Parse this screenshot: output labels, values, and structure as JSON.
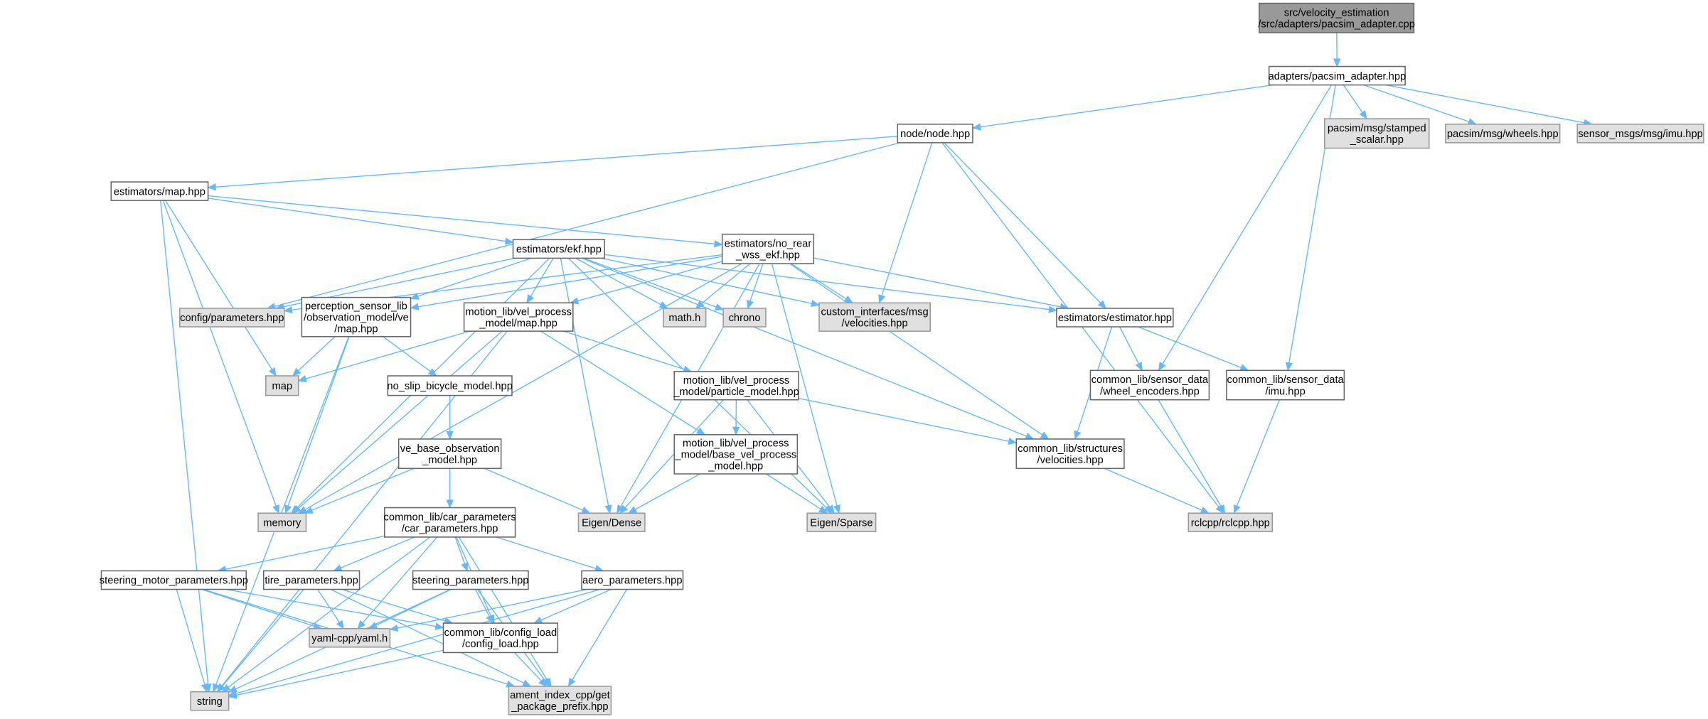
{
  "colors": {
    "edge": "#63b8ff",
    "root_fill": "#999999",
    "system_fill": "#e0e0e0",
    "local_fill": "#ffffff"
  },
  "nodes": {
    "root": {
      "lines": [
        "src/velocity_estimation",
        "/src/adapters/pacsim_adapter.cpp"
      ],
      "kind": "root"
    },
    "adapter": {
      "lines": [
        "adapters/pacsim_adapter.hpp"
      ],
      "kind": "local"
    },
    "node": {
      "lines": [
        "node/node.hpp"
      ],
      "kind": "local"
    },
    "stamped": {
      "lines": [
        "pacsim/msg/stamped",
        "_scalar.hpp"
      ],
      "kind": "system"
    },
    "wheels": {
      "lines": [
        "pacsim/msg/wheels.hpp"
      ],
      "kind": "system"
    },
    "imumsg": {
      "lines": [
        "sensor_msgs/msg/imu.hpp"
      ],
      "kind": "system"
    },
    "estmap": {
      "lines": [
        "estimators/map.hpp"
      ],
      "kind": "local"
    },
    "ekf": {
      "lines": [
        "estimators/ekf.hpp"
      ],
      "kind": "local"
    },
    "norear": {
      "lines": [
        "estimators/no_rear",
        "_wss_ekf.hpp"
      ],
      "kind": "local"
    },
    "estimator": {
      "lines": [
        "estimators/estimator.hpp"
      ],
      "kind": "local"
    },
    "config": {
      "lines": [
        "config/parameters.hpp"
      ],
      "kind": "system"
    },
    "percep": {
      "lines": [
        "perception_sensor_lib",
        "/observation_model/ve",
        "/map.hpp"
      ],
      "kind": "local"
    },
    "motmap": {
      "lines": [
        "motion_lib/vel_process",
        "_model/map.hpp"
      ],
      "kind": "local"
    },
    "math": {
      "lines": [
        "math.h"
      ],
      "kind": "system"
    },
    "chrono": {
      "lines": [
        "chrono"
      ],
      "kind": "system"
    },
    "custom": {
      "lines": [
        "custom_interfaces/msg",
        "/velocities.hpp"
      ],
      "kind": "system"
    },
    "map": {
      "lines": [
        "map"
      ],
      "kind": "system"
    },
    "noslip": {
      "lines": [
        "no_slip_bicycle_model.hpp"
      ],
      "kind": "local"
    },
    "vebase": {
      "lines": [
        "ve_base_observation",
        "_model.hpp"
      ],
      "kind": "local"
    },
    "particle": {
      "lines": [
        "motion_lib/vel_process",
        "_model/particle_model.hpp"
      ],
      "kind": "local"
    },
    "basevel": {
      "lines": [
        "motion_lib/vel_process",
        "_model/base_vel_process",
        "_model.hpp"
      ],
      "kind": "local"
    },
    "wheelenc": {
      "lines": [
        "common_lib/sensor_data",
        "/wheel_encoders.hpp"
      ],
      "kind": "local"
    },
    "sensimu": {
      "lines": [
        "common_lib/sensor_data",
        "/imu.hpp"
      ],
      "kind": "local"
    },
    "velocities": {
      "lines": [
        "common_lib/structures",
        "/velocities.hpp"
      ],
      "kind": "local"
    },
    "memory": {
      "lines": [
        "memory"
      ],
      "kind": "system"
    },
    "carparams": {
      "lines": [
        "common_lib/car_parameters",
        "/car_parameters.hpp"
      ],
      "kind": "local"
    },
    "dense": {
      "lines": [
        "Eigen/Dense"
      ],
      "kind": "system"
    },
    "sparse": {
      "lines": [
        "Eigen/Sparse"
      ],
      "kind": "system"
    },
    "rclcpp": {
      "lines": [
        "rclcpp/rclcpp.hpp"
      ],
      "kind": "system"
    },
    "steermotor": {
      "lines": [
        "steering_motor_parameters.hpp"
      ],
      "kind": "local"
    },
    "tire": {
      "lines": [
        "tire_parameters.hpp"
      ],
      "kind": "local"
    },
    "steerparams": {
      "lines": [
        "steering_parameters.hpp"
      ],
      "kind": "local"
    },
    "aero": {
      "lines": [
        "aero_parameters.hpp"
      ],
      "kind": "local"
    },
    "yaml": {
      "lines": [
        "yaml-cpp/yaml.h"
      ],
      "kind": "system"
    },
    "configload": {
      "lines": [
        "common_lib/config_load",
        "/config_load.hpp"
      ],
      "kind": "local"
    },
    "string": {
      "lines": [
        "string"
      ],
      "kind": "system"
    },
    "ament": {
      "lines": [
        "ament_index_cpp/get",
        "_package_prefix.hpp"
      ],
      "kind": "system"
    }
  },
  "edges": [
    [
      "root",
      "adapter"
    ],
    [
      "adapter",
      "node"
    ],
    [
      "adapter",
      "stamped"
    ],
    [
      "adapter",
      "wheels"
    ],
    [
      "adapter",
      "imumsg"
    ],
    [
      "adapter",
      "wheelenc"
    ],
    [
      "adapter",
      "sensimu"
    ],
    [
      "node",
      "estmap"
    ],
    [
      "node",
      "config"
    ],
    [
      "node",
      "custom"
    ],
    [
      "node",
      "estimator"
    ],
    [
      "node",
      "rclcpp"
    ],
    [
      "estmap",
      "ekf"
    ],
    [
      "estmap",
      "norear"
    ],
    [
      "estmap",
      "memory"
    ],
    [
      "estmap",
      "map"
    ],
    [
      "estmap",
      "string"
    ],
    [
      "ekf",
      "config"
    ],
    [
      "ekf",
      "percep"
    ],
    [
      "ekf",
      "motmap"
    ],
    [
      "ekf",
      "math"
    ],
    [
      "ekf",
      "chrono"
    ],
    [
      "ekf",
      "custom"
    ],
    [
      "ekf",
      "estimator"
    ],
    [
      "ekf",
      "memory"
    ],
    [
      "ekf",
      "dense"
    ],
    [
      "ekf",
      "sparse"
    ],
    [
      "ekf",
      "velocities"
    ],
    [
      "norear",
      "config"
    ],
    [
      "norear",
      "percep"
    ],
    [
      "norear",
      "motmap"
    ],
    [
      "norear",
      "math"
    ],
    [
      "norear",
      "chrono"
    ],
    [
      "norear",
      "custom"
    ],
    [
      "norear",
      "estimator"
    ],
    [
      "norear",
      "memory"
    ],
    [
      "norear",
      "dense"
    ],
    [
      "norear",
      "sparse"
    ],
    [
      "norear",
      "velocities"
    ],
    [
      "percep",
      "map"
    ],
    [
      "percep",
      "noslip"
    ],
    [
      "percep",
      "memory"
    ],
    [
      "percep",
      "string"
    ],
    [
      "motmap",
      "map"
    ],
    [
      "motmap",
      "memory"
    ],
    [
      "motmap",
      "particle"
    ],
    [
      "motmap",
      "basevel"
    ],
    [
      "motmap",
      "string"
    ],
    [
      "particle",
      "basevel"
    ],
    [
      "particle",
      "dense"
    ],
    [
      "particle",
      "sparse"
    ],
    [
      "particle",
      "velocities"
    ],
    [
      "basevel",
      "dense"
    ],
    [
      "basevel",
      "sparse"
    ],
    [
      "noslip",
      "vebase"
    ],
    [
      "vebase",
      "memory"
    ],
    [
      "vebase",
      "carparams"
    ],
    [
      "vebase",
      "dense"
    ],
    [
      "carparams",
      "string"
    ],
    [
      "carparams",
      "steermotor"
    ],
    [
      "carparams",
      "tire"
    ],
    [
      "carparams",
      "yaml"
    ],
    [
      "carparams",
      "steerparams"
    ],
    [
      "carparams",
      "configload"
    ],
    [
      "carparams",
      "aero"
    ],
    [
      "carparams",
      "ament"
    ],
    [
      "steermotor",
      "string"
    ],
    [
      "steermotor",
      "yaml"
    ],
    [
      "steermotor",
      "configload"
    ],
    [
      "steermotor",
      "ament"
    ],
    [
      "tire",
      "yaml"
    ],
    [
      "tire",
      "configload"
    ],
    [
      "tire",
      "string"
    ],
    [
      "tire",
      "ament"
    ],
    [
      "steerparams",
      "yaml"
    ],
    [
      "steerparams",
      "configload"
    ],
    [
      "steerparams",
      "string"
    ],
    [
      "steerparams",
      "ament"
    ],
    [
      "aero",
      "yaml"
    ],
    [
      "aero",
      "configload"
    ],
    [
      "aero",
      "string"
    ],
    [
      "aero",
      "ament"
    ],
    [
      "configload",
      "string"
    ],
    [
      "configload",
      "ament"
    ],
    [
      "estimator",
      "velocities"
    ],
    [
      "estimator",
      "wheelenc"
    ],
    [
      "estimator",
      "sensimu"
    ],
    [
      "wheelenc",
      "rclcpp"
    ],
    [
      "sensimu",
      "rclcpp"
    ],
    [
      "velocities",
      "rclcpp"
    ]
  ]
}
